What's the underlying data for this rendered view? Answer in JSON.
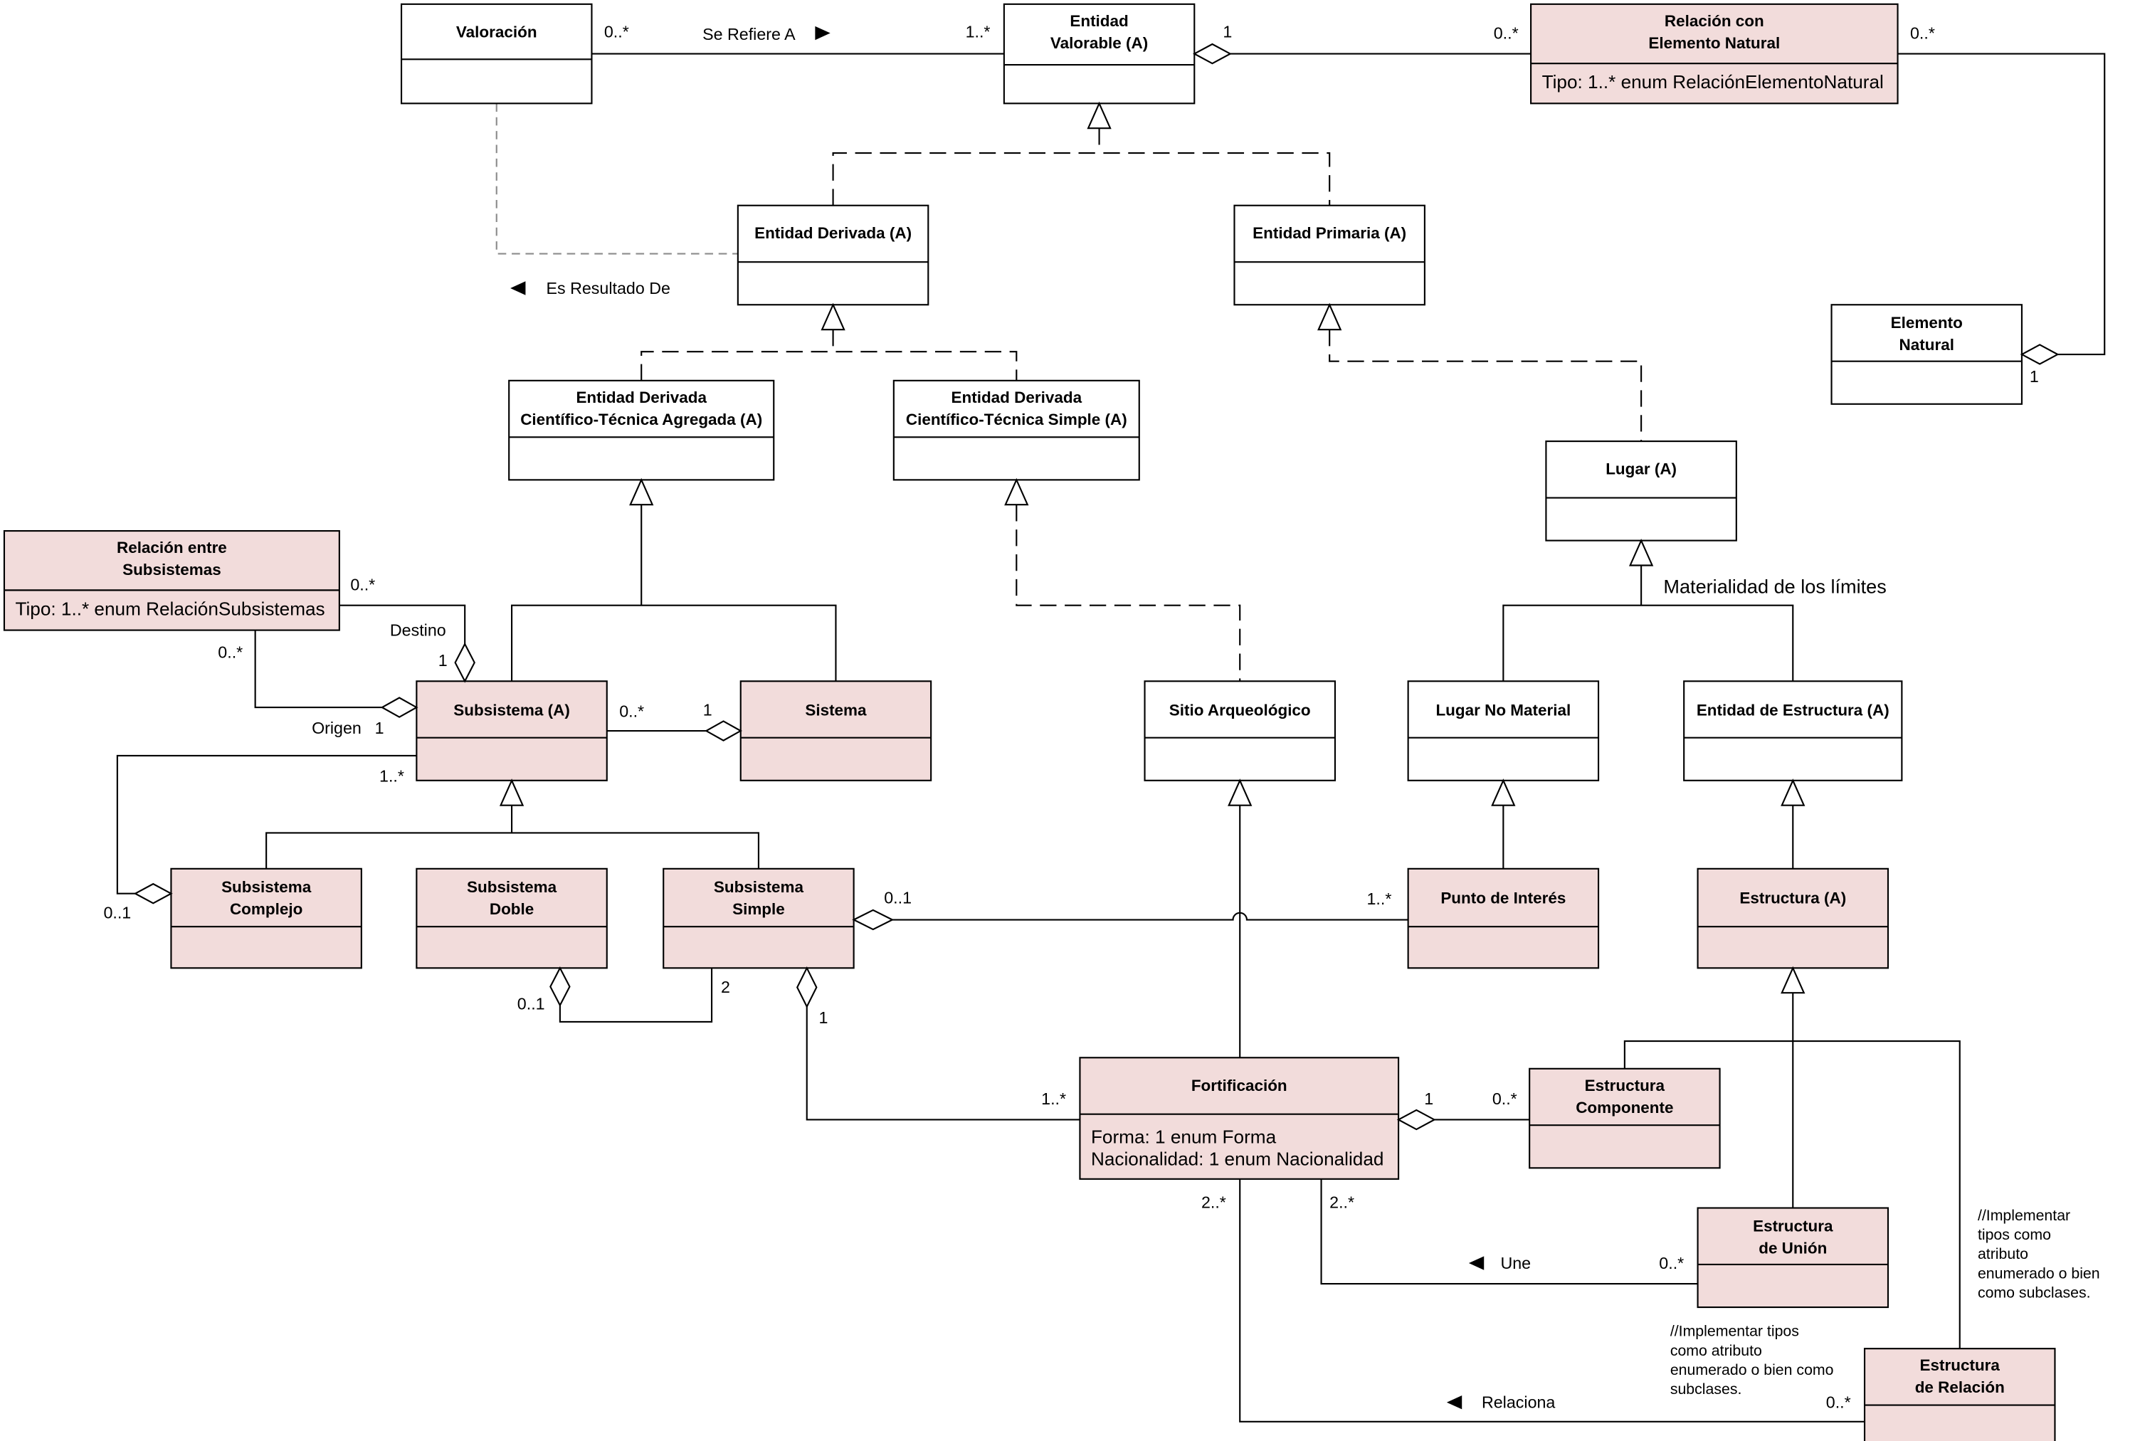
{
  "diagram": {
    "classes": [
      {
        "name": [
          "Valoración"
        ],
        "attributes": [],
        "fill": "#ffffff"
      },
      {
        "name": [
          "Entidad",
          "Valorable (A)"
        ],
        "attributes": [],
        "fill": "#ffffff"
      },
      {
        "name": [
          "Relación con",
          "Elemento Natural"
        ],
        "attributes": [
          "Tipo: 1..* enum RelaciónElementoNatural"
        ],
        "fill": "#f2dcdb"
      },
      {
        "name": [
          "Entidad Derivada (A)"
        ],
        "attributes": [],
        "fill": "#ffffff"
      },
      {
        "name": [
          "Entidad Primaria (A)"
        ],
        "attributes": [],
        "fill": "#ffffff"
      },
      {
        "name": [
          "Elemento",
          "Natural"
        ],
        "attributes": [],
        "fill": "#ffffff"
      },
      {
        "name": [
          "Entidad Derivada",
          "Científico-Técnica Agregada (A)"
        ],
        "attributes": [],
        "fill": "#ffffff"
      },
      {
        "name": [
          "Entidad Derivada",
          "Científico-Técnica Simple (A)"
        ],
        "attributes": [],
        "fill": "#ffffff"
      },
      {
        "name": [
          "Lugar (A)"
        ],
        "attributes": [],
        "fill": "#ffffff"
      },
      {
        "name": [
          "Relación entre",
          "Subsistemas"
        ],
        "attributes": [
          "Tipo: 1..* enum RelaciónSubsistemas"
        ],
        "fill": "#f2dcdb"
      },
      {
        "name": [
          "Subsistema (A)"
        ],
        "attributes": [],
        "fill": "#f2dcdb"
      },
      {
        "name": [
          "Sistema"
        ],
        "attributes": [],
        "fill": "#f2dcdb"
      },
      {
        "name": [
          "Sitio Arqueológico"
        ],
        "attributes": [],
        "fill": "#ffffff"
      },
      {
        "name": [
          "Lugar No Material"
        ],
        "attributes": [],
        "fill": "#ffffff"
      },
      {
        "name": [
          "Entidad de Estructura (A)"
        ],
        "attributes": [],
        "fill": "#ffffff"
      },
      {
        "name": [
          "Subsistema",
          "Complejo"
        ],
        "attributes": [],
        "fill": "#f2dcdb"
      },
      {
        "name": [
          "Subsistema",
          "Doble"
        ],
        "attributes": [],
        "fill": "#f2dcdb"
      },
      {
        "name": [
          "Subsistema",
          "Simple"
        ],
        "attributes": [],
        "fill": "#f2dcdb"
      },
      {
        "name": [
          "Punto de Interés"
        ],
        "attributes": [],
        "fill": "#f2dcdb"
      },
      {
        "name": [
          "Estructura (A)"
        ],
        "attributes": [],
        "fill": "#f2dcdb"
      },
      {
        "name": [
          "Fortificación"
        ],
        "attributes": [
          "Forma: 1 enum Forma",
          "Nacionalidad: 1 enum Nacionalidad"
        ],
        "fill": "#f2dcdb"
      },
      {
        "name": [
          "Estructura",
          "Componente"
        ],
        "attributes": [],
        "fill": "#f2dcdb"
      },
      {
        "name": [
          "Estructura",
          "de Unión"
        ],
        "attributes": [],
        "fill": "#f2dcdb"
      },
      {
        "name": [
          "Estructura",
          "de Relación"
        ],
        "attributes": [],
        "fill": "#f2dcdb"
      }
    ],
    "associations": [
      {
        "name": "Se Refiere A",
        "ends": [
          {
            "multiplicity": "0..*"
          },
          {
            "multiplicity": "1..*"
          }
        ]
      },
      {
        "ends": [
          {
            "multiplicity": "1"
          },
          {
            "multiplicity": "0..*"
          }
        ]
      },
      {
        "ends": [
          {
            "multiplicity": "0..*"
          },
          {
            "multiplicity": "1"
          }
        ]
      },
      {
        "name": "Es Resultado De"
      },
      {
        "ends": [
          {
            "multiplicity": "0..*"
          },
          {
            "role": "Destino",
            "multiplicity": "1"
          }
        ]
      },
      {
        "ends": [
          {
            "multiplicity": "0..*"
          },
          {
            "role": "Origen",
            "multiplicity": "1"
          }
        ]
      },
      {
        "ends": [
          {
            "multiplicity": "0..*"
          },
          {
            "multiplicity": "1"
          }
        ]
      },
      {
        "ends": [
          {
            "multiplicity": "1..*"
          },
          {
            "multiplicity": "0..1"
          }
        ]
      },
      {
        "ends": [
          {
            "multiplicity": "0..1"
          },
          {
            "multiplicity": "2"
          }
        ]
      },
      {
        "ends": [
          {
            "multiplicity": "1"
          },
          {
            "multiplicity": "1..*"
          }
        ]
      },
      {
        "ends": [
          {
            "multiplicity": "0..1"
          },
          {
            "multiplicity": "1..*"
          }
        ]
      },
      {
        "ends": [
          {
            "multiplicity": "1"
          },
          {
            "multiplicity": "0..*"
          }
        ]
      },
      {
        "name": "Une",
        "ends": [
          {
            "multiplicity": "2..*"
          },
          {
            "multiplicity": "0..*"
          }
        ]
      },
      {
        "name": "Relaciona",
        "ends": [
          {
            "multiplicity": "2..*"
          },
          {
            "multiplicity": "0..*"
          }
        ]
      }
    ],
    "generalization_labels": [
      "Materialidad de los límites"
    ],
    "notes": [
      {
        "lines": [
          "//Implementar tipos",
          "como atributo",
          "enumerado o bien como",
          "subclases."
        ]
      },
      {
        "lines": [
          "//Implementar",
          "tipos como",
          "atributo",
          "enumerado o bien",
          "como subclases."
        ]
      }
    ]
  },
  "colors": {
    "line": "#000000",
    "dependency_line": "#8c8c8c",
    "background": "#ffffff"
  }
}
